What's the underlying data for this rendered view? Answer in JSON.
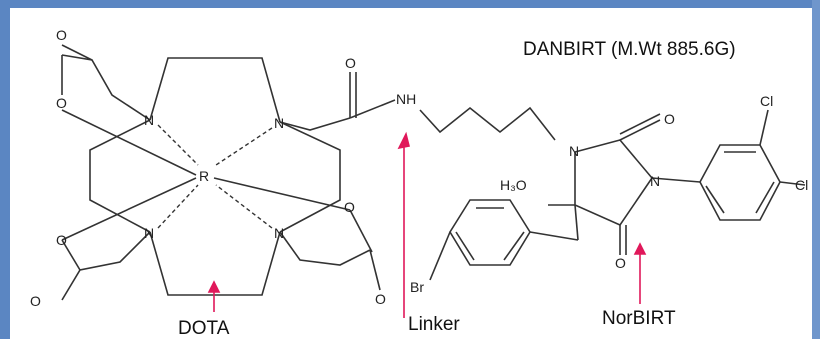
{
  "title": "DANBIRT (M.Wt 885.6G)",
  "labels": {
    "dota": "DOTA",
    "linker": "Linker",
    "norbirt": "NorBIRT"
  },
  "atoms": {
    "n": "N",
    "o": "O",
    "r": "R",
    "nh": "NH",
    "cl": "Cl",
    "br": "Br",
    "h3o": "H₃O"
  },
  "colors": {
    "frame": "#5b86c2",
    "arrow": "#e0185a",
    "bond": "#333333"
  }
}
